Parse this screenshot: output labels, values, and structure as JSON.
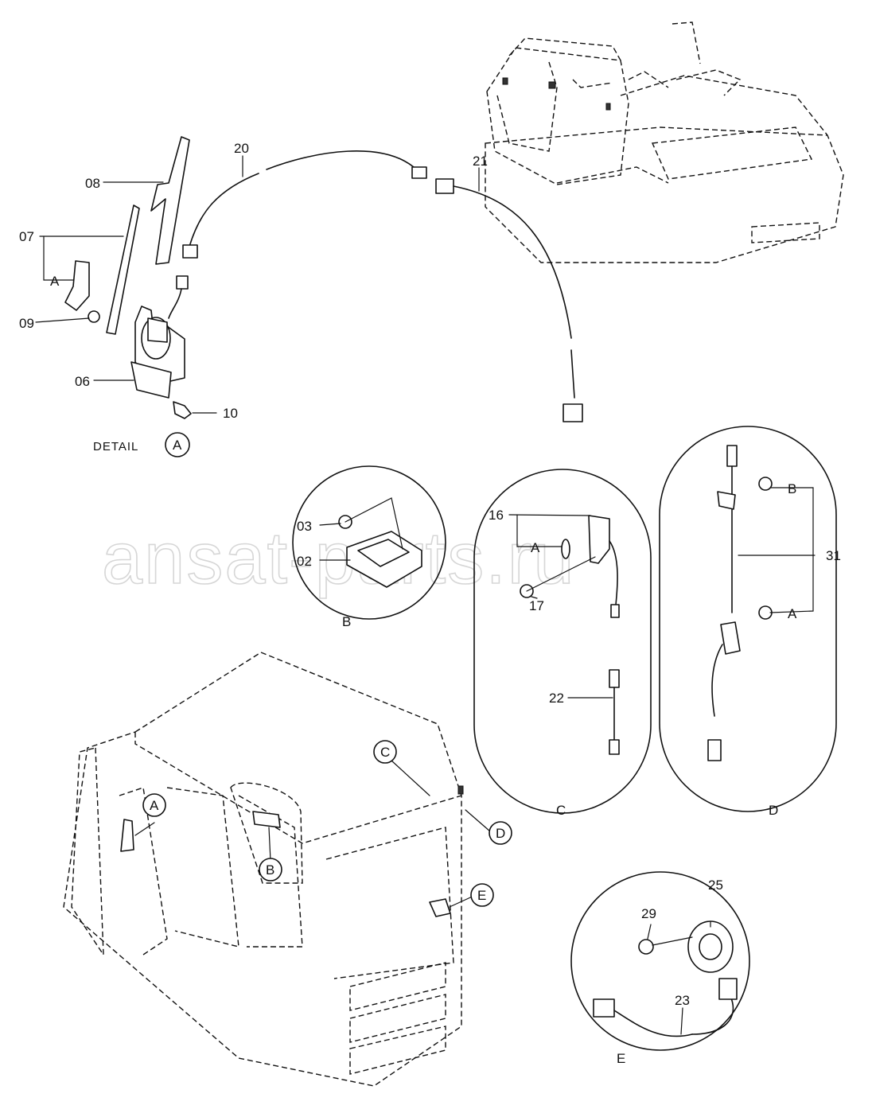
{
  "watermark": "ansat-parts.ru",
  "detail_caption": {
    "text": "DETAIL",
    "ref": "A"
  },
  "part_labels": {
    "p02": "02",
    "p03": "03",
    "p06": "06",
    "p07": "07",
    "p08": "08",
    "p09": "09",
    "p10": "10",
    "p16": "16",
    "p17": "17",
    "p20": "20",
    "p21": "21",
    "p22": "22",
    "p23": "23",
    "p25": "25",
    "p29": "29",
    "p31": "31"
  },
  "sub_labels": {
    "a07": "A",
    "a16": "A",
    "d_b": "B",
    "d_a": "A"
  },
  "view_labels": {
    "b": "B",
    "c": "C",
    "d": "D",
    "e": "E"
  },
  "callouts": {
    "a": "A",
    "b": "B",
    "c": "C",
    "d": "D",
    "e": "E"
  }
}
